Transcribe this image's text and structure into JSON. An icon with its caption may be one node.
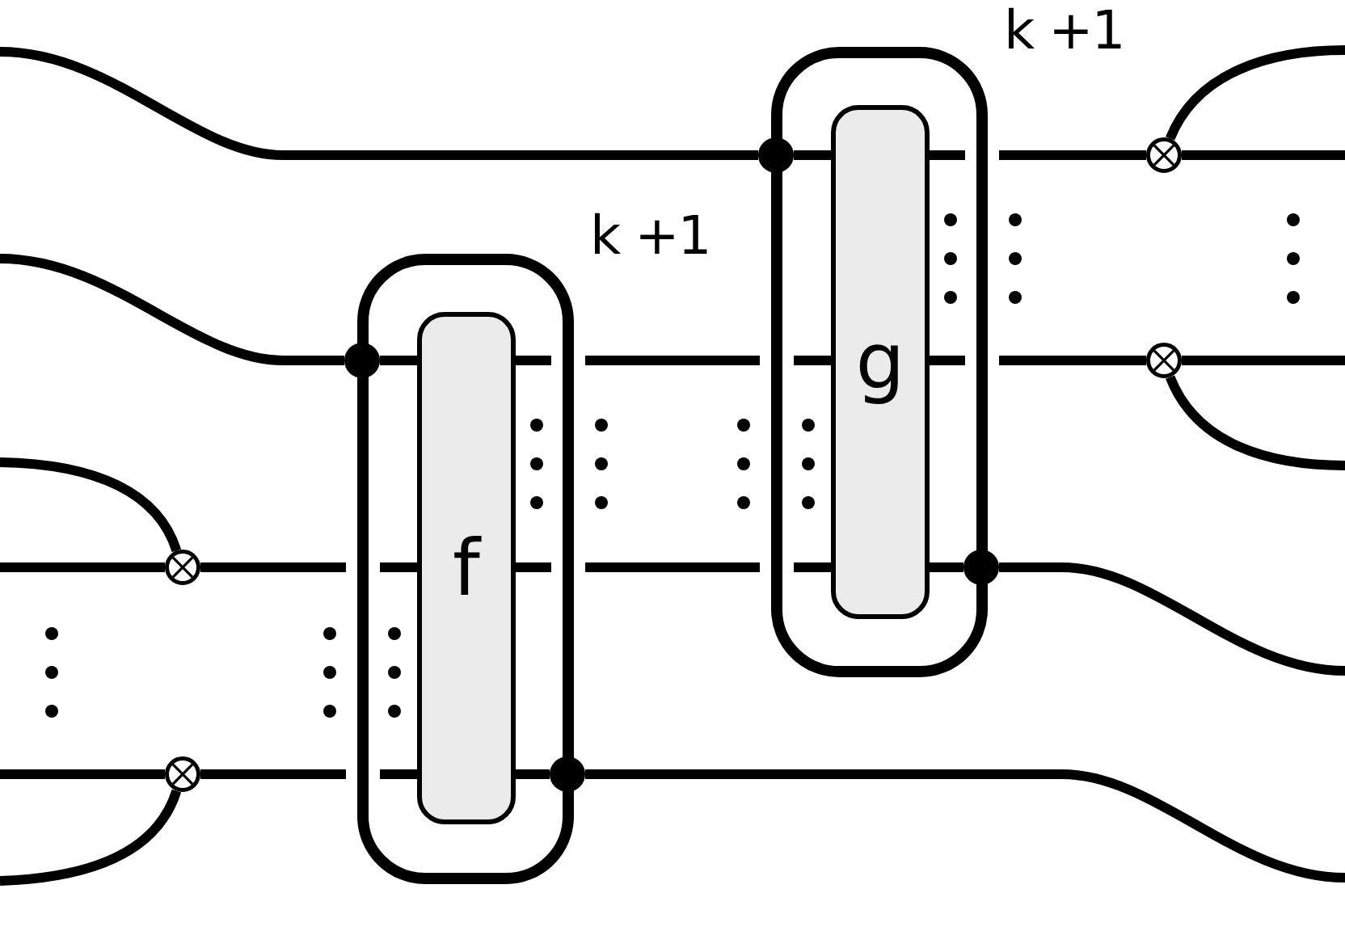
{
  "diagram": {
    "nodes": [
      {
        "text": [
          "k +1"
        ]
      },
      {
        "text": [
          "f"
        ],
        "in": 0
      },
      {
        "text": [
          "k +1"
        ]
      },
      {
        "text": [
          "g"
        ],
        "in": 2
      },
      {
        "text": [],
        "shape": "circle"
      },
      {
        "text": [],
        "shape": "circle"
      },
      {
        "text": [],
        "shape": "circle"
      },
      {
        "text": [],
        "shape": "circle"
      },
      {
        "text": [],
        "shape": "circle"
      },
      {
        "text": [],
        "shape": "circle"
      },
      {
        "text": [],
        "shape": "circle"
      },
      {
        "text": [],
        "shape": "circle"
      }
    ],
    "edges": [
      {
        "from": null,
        "to": 4,
        "arrow": "none"
      },
      {
        "from": 4,
        "to": 3,
        "arrow": "none"
      },
      {
        "from": 3,
        "to": 8,
        "arrow": "none"
      },
      {
        "from": 8,
        "to": null,
        "arrow": "none"
      },
      {
        "from": 8,
        "to": null,
        "arrow": "none"
      },
      {
        "from": null,
        "to": 5,
        "arrow": "none"
      },
      {
        "from": 5,
        "to": 1,
        "arrow": "none"
      },
      {
        "from": 1,
        "to": 3,
        "arrow": "none"
      },
      {
        "from": 3,
        "to": 9,
        "arrow": "none"
      },
      {
        "from": 9,
        "to": null,
        "arrow": "none"
      },
      {
        "from": 9,
        "to": null,
        "arrow": "none"
      },
      {
        "from": null,
        "to": 10,
        "arrow": "none"
      },
      {
        "from": null,
        "to": 10,
        "arrow": "none"
      },
      {
        "from": 10,
        "to": 1,
        "arrow": "none"
      },
      {
        "from": 1,
        "to": 3,
        "arrow": "none"
      },
      {
        "from": 3,
        "to": 6,
        "arrow": "none"
      },
      {
        "from": 6,
        "to": null,
        "arrow": "none"
      },
      {
        "from": null,
        "to": 11,
        "arrow": "none"
      },
      {
        "from": null,
        "to": 11,
        "arrow": "none"
      },
      {
        "from": 11,
        "to": 1,
        "arrow": "none"
      },
      {
        "from": 1,
        "to": 7,
        "arrow": "none"
      },
      {
        "from": 7,
        "to": null,
        "arrow": "none"
      }
    ]
  }
}
